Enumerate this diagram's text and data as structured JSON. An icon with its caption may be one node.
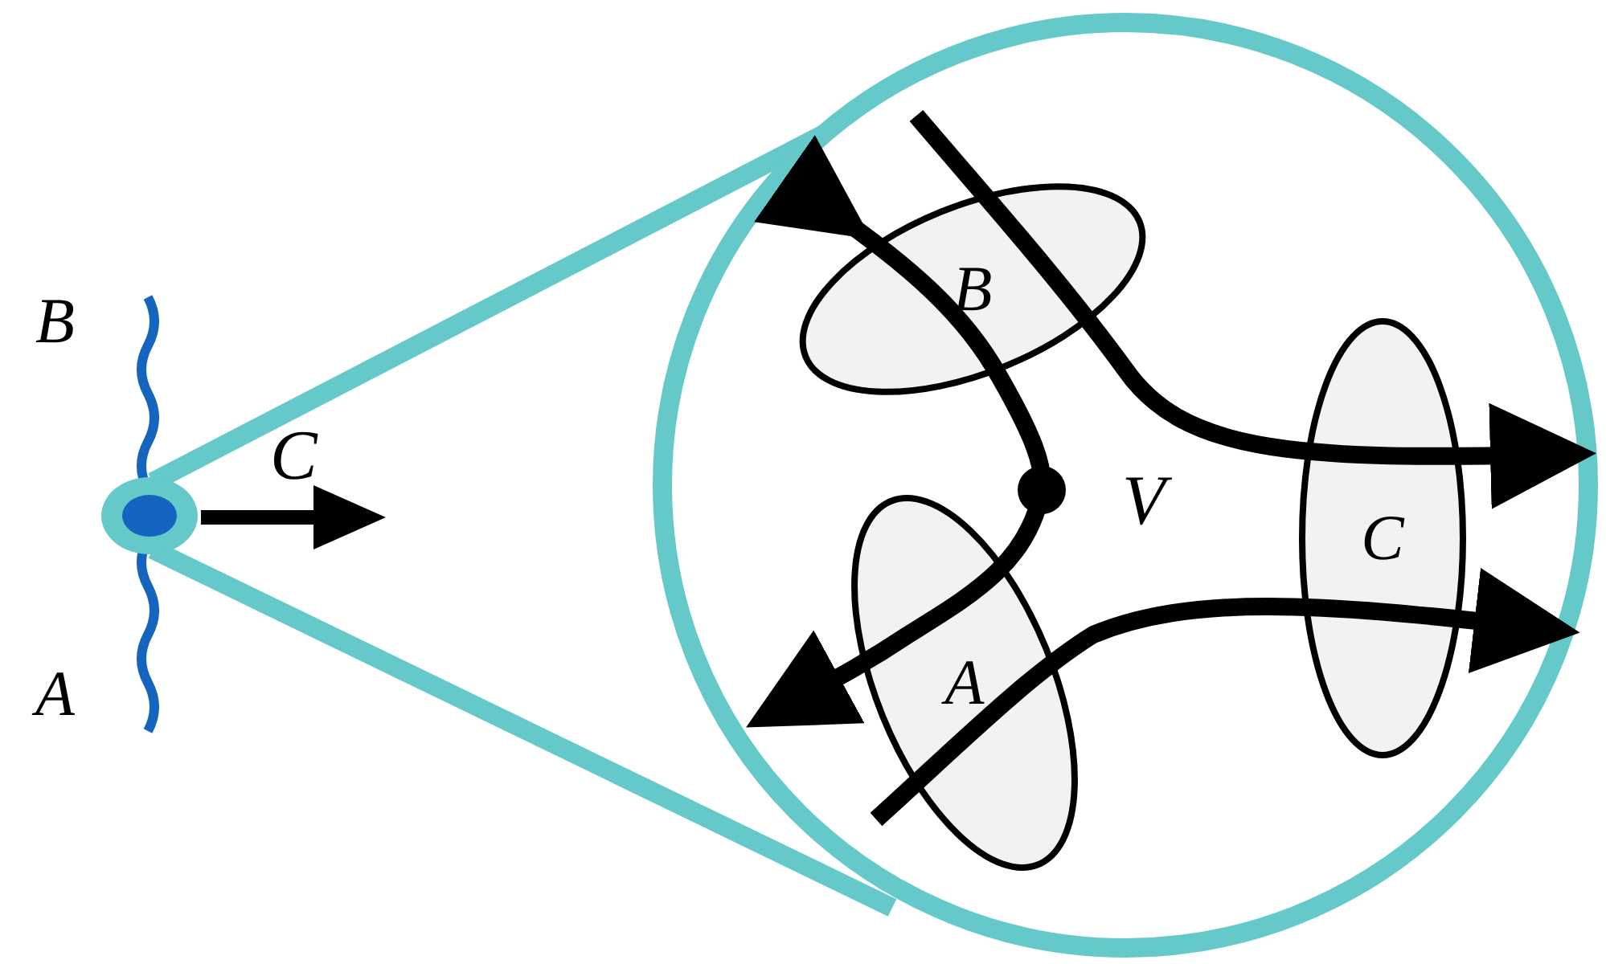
{
  "diagram": {
    "nodes": [
      {
        "text": [
          "B"
        ]
      },
      {
        "text": [
          "C"
        ]
      },
      {
        "text": [
          "A"
        ]
      }
    ],
    "labels": [
      "B",
      "C",
      "V",
      "A"
    ]
  }
}
